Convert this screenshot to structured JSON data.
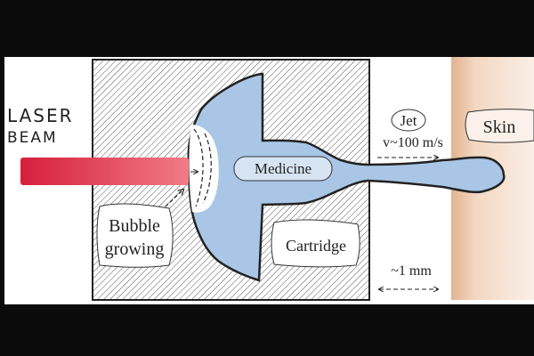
{
  "labels": {
    "laser_line1": "LASER",
    "laser_line2": "BEAM",
    "bubble_line1": "Bubble",
    "bubble_line2": "growing",
    "medicine": "Medicine",
    "cartridge": "Cartridge",
    "jet": "Jet",
    "velocity": "v~100 m/s",
    "skin": "Skin",
    "distance": "~1 mm"
  },
  "colors": {
    "medicine_fill": "#a9c6e6",
    "laser_start": "#d61f3c",
    "laser_end": "#f27b87",
    "skin_start": "#e6b999",
    "skin_end": "#fbeee4",
    "outline": "#222222"
  }
}
